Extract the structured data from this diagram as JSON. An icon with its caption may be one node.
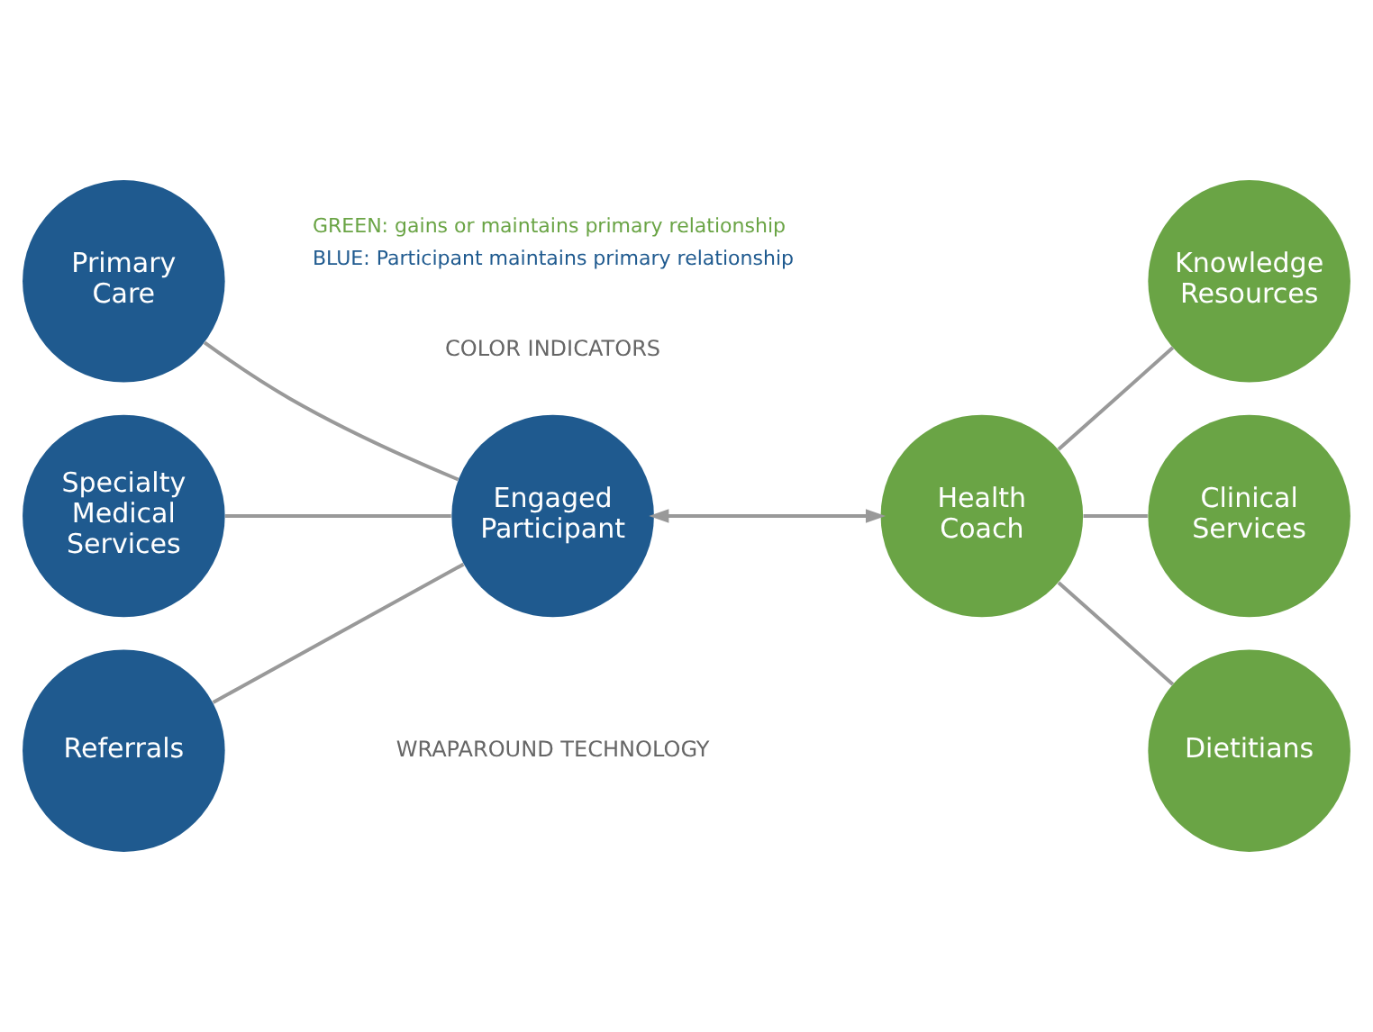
{
  "diagram": {
    "nodes": [
      {
        "text": [
          "Primary Care"
        ]
      },
      {
        "text": [
          "Specialty Medical Services"
        ]
      },
      {
        "text": [
          "Referrals"
        ]
      },
      {
        "text": [
          "Engaged Participant"
        ]
      },
      {
        "text": [
          "Health Coach"
        ]
      },
      {
        "text": [
          "Knowledge Resources"
        ]
      },
      {
        "text": [
          "Clinical Services"
        ]
      },
      {
        "text": [
          "Dietitians"
        ]
      }
    ],
    "edges": [
      {
        "from": 0,
        "to": 3,
        "arrow": "none"
      },
      {
        "from": 1,
        "to": 3,
        "arrow": "none"
      },
      {
        "from": 2,
        "to": 3,
        "arrow": "none"
      },
      {
        "from": 3,
        "to": 4,
        "arrow": "both"
      },
      {
        "from": 4,
        "to": 5,
        "arrow": "none"
      },
      {
        "from": 4,
        "to": 6,
        "arrow": "none"
      },
      {
        "from": 4,
        "to": 7,
        "arrow": "none"
      }
    ],
    "labels": [
      "COLOR INDICATORS",
      "WRAPAROUND TECHNOLOGY"
    ],
    "legend": [
      {
        "text": "GREEN: gains or maintains primary relationship",
        "color": "#6aa445"
      },
      {
        "text": "BLUE: Participant maintains primary relationship",
        "color": "#1f5a8f"
      }
    ]
  }
}
